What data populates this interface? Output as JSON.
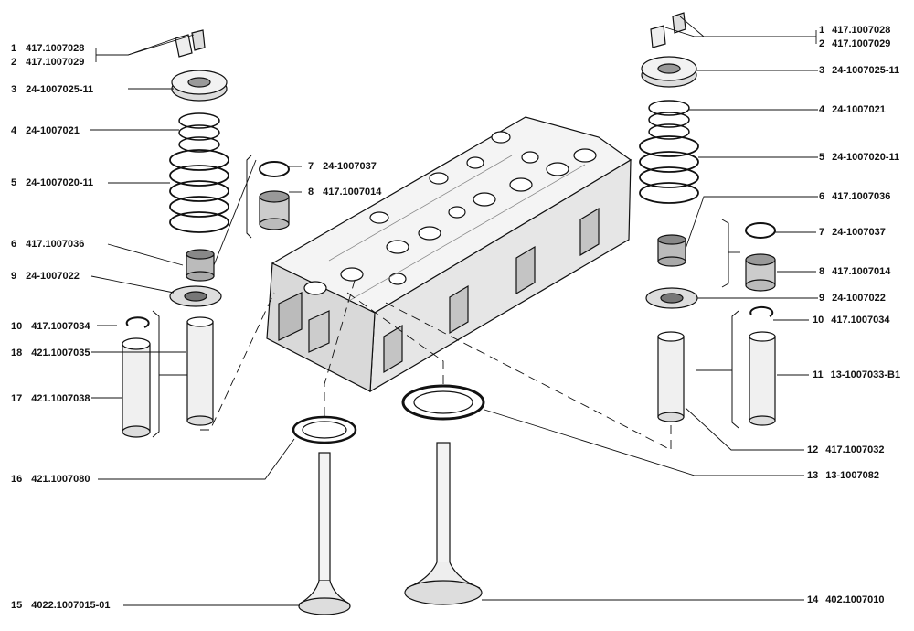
{
  "labels_left": [
    {
      "num": "1",
      "code": "417.1007028"
    },
    {
      "num": "2",
      "code": "417.1007029"
    },
    {
      "num": "3",
      "code": "24-1007025-11"
    },
    {
      "num": "4",
      "code": "24-1007021"
    },
    {
      "num": "5",
      "code": "24-1007020-11"
    },
    {
      "num": "6",
      "code": "417.1007036"
    },
    {
      "num": "9",
      "code": "24-1007022"
    },
    {
      "num": "10",
      "code": "417.1007034"
    },
    {
      "num": "18",
      "code": "421.1007035"
    },
    {
      "num": "17",
      "code": "421.1007038"
    },
    {
      "num": "16",
      "code": "421.1007080"
    },
    {
      "num": "15",
      "code": "4022.1007015-01"
    }
  ],
  "labels_center": [
    {
      "num": "7",
      "code": "24-1007037"
    },
    {
      "num": "8",
      "code": "417.1007014"
    }
  ],
  "labels_right": [
    {
      "num": "1",
      "code": "417.1007028"
    },
    {
      "num": "2",
      "code": "417.1007029"
    },
    {
      "num": "3",
      "code": "24-1007025-11"
    },
    {
      "num": "4",
      "code": "24-1007021"
    },
    {
      "num": "5",
      "code": "24-1007020-11"
    },
    {
      "num": "6",
      "code": "417.1007036"
    },
    {
      "num": "7",
      "code": "24-1007037"
    },
    {
      "num": "8",
      "code": "417.1007014"
    },
    {
      "num": "9",
      "code": "24-1007022"
    },
    {
      "num": "10",
      "code": "417.1007034"
    },
    {
      "num": "11",
      "code": "13-1007033-В1"
    },
    {
      "num": "12",
      "code": "417.1007032"
    },
    {
      "num": "13",
      "code": "13-1007082"
    },
    {
      "num": "14",
      "code": "402.1007010"
    }
  ]
}
